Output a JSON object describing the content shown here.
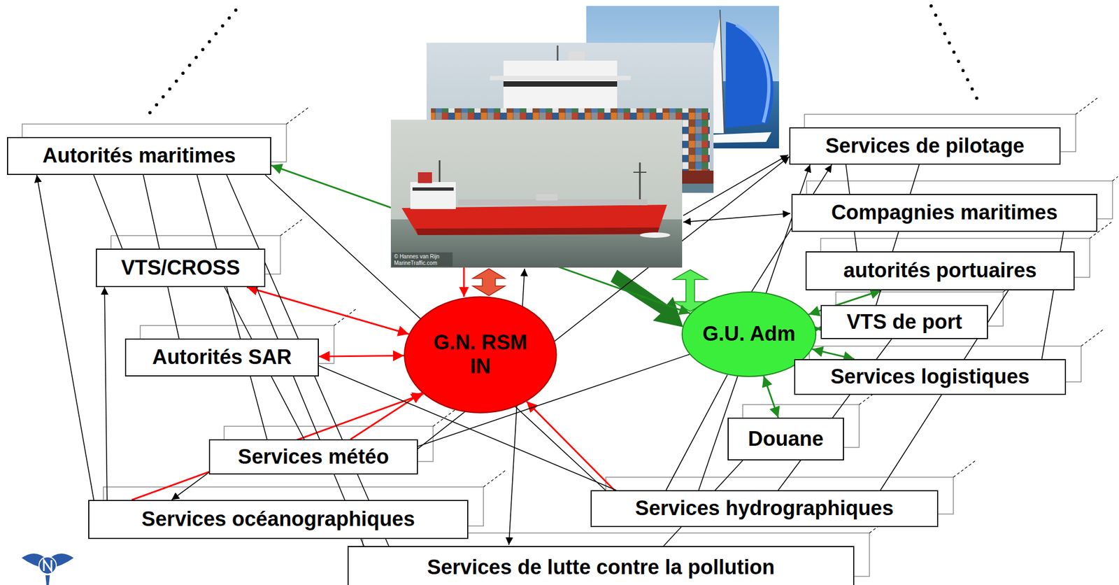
{
  "diagram": {
    "nodes": [
      {
        "text": [
          "Autorités maritimes"
        ]
      },
      {
        "text": [
          "Services de pilotage"
        ]
      },
      {
        "text": [
          "Compagnies maritimes"
        ]
      },
      {
        "text": [
          "VTS/CROSS"
        ]
      },
      {
        "text": [
          "autorités portuaires"
        ]
      },
      {
        "text": [
          "VTS de port"
        ]
      },
      {
        "text": [
          "G.U. Adm"
        ]
      },
      {
        "text": [
          "Autorités SAR"
        ]
      },
      {
        "text": [
          "G.N. RSM IN"
        ]
      },
      {
        "text": [
          "Services logistiques"
        ]
      },
      {
        "text": [
          "Douane"
        ]
      },
      {
        "text": [
          "Services météo"
        ]
      },
      {
        "text": [
          "Services hydrographiques"
        ]
      },
      {
        "text": [
          "Services océanographiques"
        ]
      },
      {
        "text": [
          "Services de lutte contre la pollution"
        ]
      }
    ],
    "edges": [
      {
        "from": 3,
        "to": 8,
        "arrow": "both"
      },
      {
        "from": 7,
        "to": 8,
        "arrow": "both"
      },
      {
        "from": 11,
        "to": 8,
        "arrow": "to"
      },
      {
        "from": 13,
        "to": 8,
        "arrow": "to"
      },
      {
        "from": 12,
        "to": 8,
        "arrow": "to"
      },
      {
        "from": 0,
        "to": 6,
        "arrow": "both"
      },
      {
        "from": 6,
        "to": 4,
        "arrow": "both"
      },
      {
        "from": 6,
        "to": 5,
        "arrow": "both"
      },
      {
        "from": 6,
        "to": 9,
        "arrow": "both"
      },
      {
        "from": 6,
        "to": 10,
        "arrow": "both"
      },
      {
        "from": 13,
        "to": 0,
        "arrow": "to"
      },
      {
        "from": 13,
        "to": 3,
        "arrow": "to"
      },
      {
        "from": 11,
        "to": 13,
        "arrow": "to"
      },
      {
        "from": 11,
        "to": 1,
        "arrow": "to"
      },
      {
        "from": 6,
        "to": 1,
        "arrow": "to"
      },
      {
        "from": 12,
        "to": 1,
        "arrow": "to"
      },
      {
        "from": 0,
        "to": 3,
        "arrow": "none"
      },
      {
        "from": 0,
        "to": 7,
        "arrow": "none"
      },
      {
        "from": 0,
        "to": 11,
        "arrow": "none"
      },
      {
        "from": 0,
        "to": 12,
        "arrow": "none"
      },
      {
        "from": 0,
        "to": 14,
        "arrow": "none"
      },
      {
        "from": 3,
        "to": 11,
        "arrow": "none"
      },
      {
        "from": 3,
        "to": 14,
        "arrow": "none"
      },
      {
        "from": 7,
        "to": 12,
        "arrow": "none"
      },
      {
        "from": 1,
        "to": 4,
        "arrow": "none"
      },
      {
        "from": 1,
        "to": 5,
        "arrow": "none"
      },
      {
        "from": 2,
        "to": 9,
        "arrow": "none"
      },
      {
        "from": 4,
        "to": 12,
        "arrow": "none"
      },
      {
        "from": 5,
        "to": 12,
        "arrow": "none"
      },
      {
        "from": 12,
        "to": 6,
        "arrow": "none"
      },
      {
        "from": 11,
        "to": 6,
        "arrow": "none"
      },
      {
        "from": 10,
        "to": 14,
        "arrow": "none"
      }
    ],
    "labels": [
      "© Hannes van Rijn MarineTraffic.com"
    ]
  }
}
